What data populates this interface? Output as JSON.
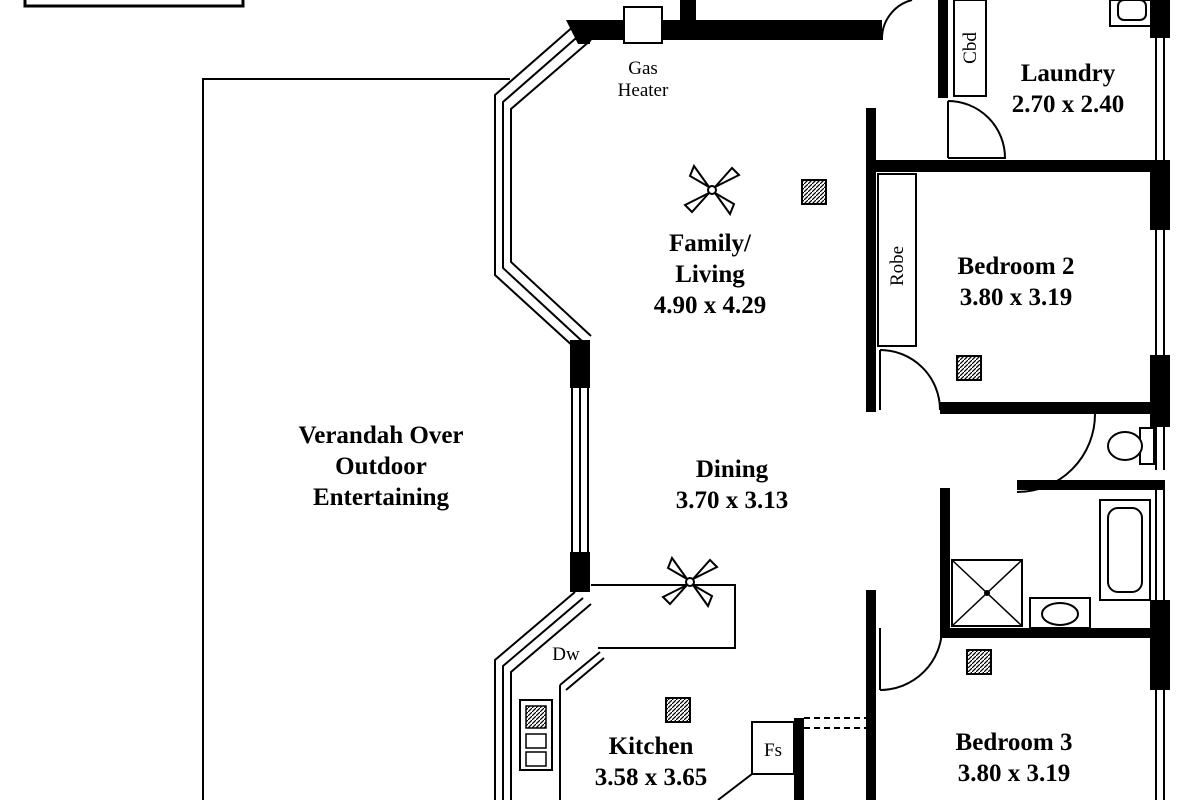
{
  "rooms": {
    "verandah": {
      "line1": "Verandah Over",
      "line2": "Outdoor",
      "line3": "Entertaining"
    },
    "family_living": {
      "line1": "Family/",
      "line2": "Living",
      "dims": "4.90 x 4.29"
    },
    "dining": {
      "name": "Dining",
      "dims": "3.70 x 3.13"
    },
    "kitchen": {
      "name": "Kitchen",
      "dims": "3.58 x 3.65"
    },
    "laundry": {
      "name": "Laundry",
      "dims": "2.70 x 2.40"
    },
    "bedroom2": {
      "name": "Bedroom 2",
      "dims": "3.80 x 3.19"
    },
    "bedroom3": {
      "name": "Bedroom 3",
      "dims": "3.80 x 3.19"
    }
  },
  "fixtures": {
    "gas_heater_line1": "Gas",
    "gas_heater_line2": "Heater",
    "cbd": "Cbd",
    "robe": "Robe",
    "dw": "Dw",
    "fs": "Fs"
  }
}
